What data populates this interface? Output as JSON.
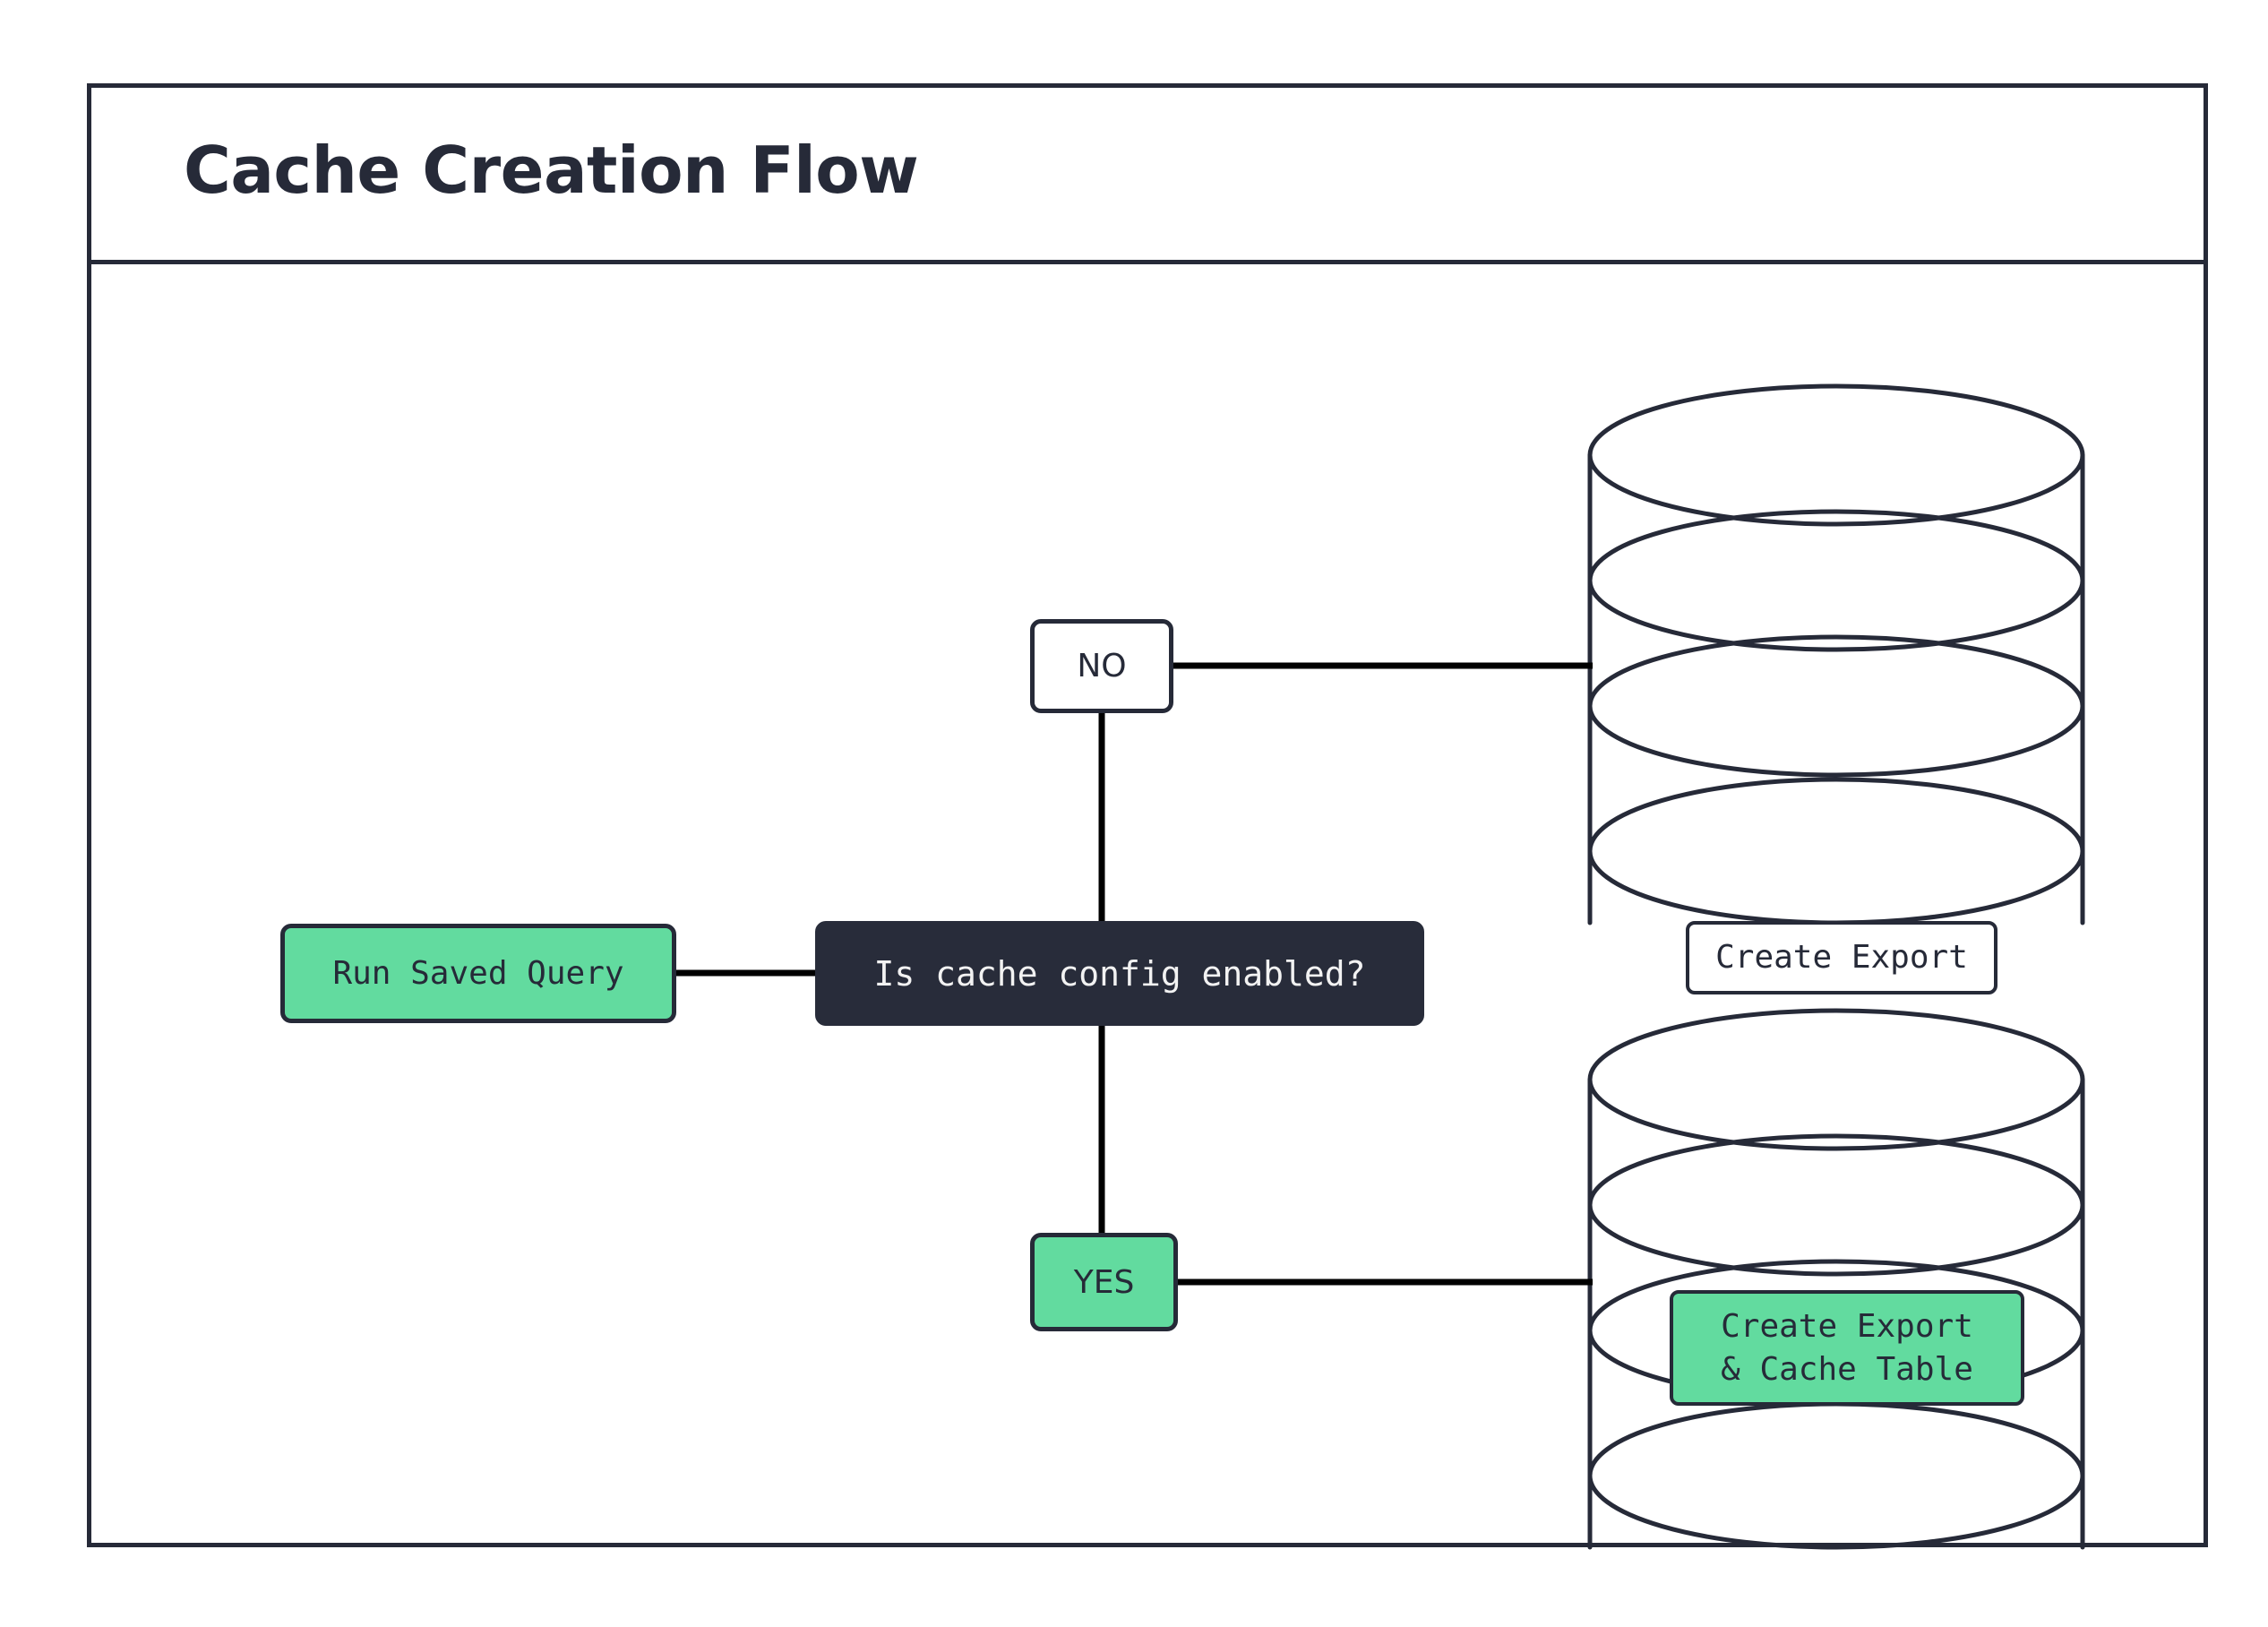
{
  "diagram": {
    "title": "Cache Creation Flow",
    "colors": {
      "ink": "#262A38",
      "dark_fill": "#282C3A",
      "green": "#62DB9F",
      "white": "#FFFFFF",
      "connector": "#000000"
    },
    "nodes": {
      "run_saved_query": {
        "label": "Run Saved Query",
        "shape": "rounded-rect",
        "fill": "green"
      },
      "decision": {
        "label": "Is cache config enabled?",
        "shape": "rounded-rect",
        "fill": "dark"
      },
      "branch_no": {
        "label": "NO",
        "shape": "rounded-rect",
        "fill": "white"
      },
      "branch_yes": {
        "label": "YES",
        "shape": "rounded-rect",
        "fill": "green"
      },
      "db_top": {
        "label": "Create Export",
        "shape": "database-cylinder",
        "fill": "white"
      },
      "db_bottom": {
        "label": "Create Export\n& Cache Table",
        "shape": "database-cylinder",
        "fill": "green"
      }
    },
    "edges": [
      {
        "from": "run_saved_query",
        "to": "decision",
        "label": ""
      },
      {
        "from": "decision",
        "to": "branch_no",
        "label": "NO"
      },
      {
        "from": "decision",
        "to": "branch_yes",
        "label": "YES"
      },
      {
        "from": "branch_no",
        "to": "db_top",
        "label": ""
      },
      {
        "from": "branch_yes",
        "to": "db_bottom",
        "label": ""
      }
    ]
  }
}
